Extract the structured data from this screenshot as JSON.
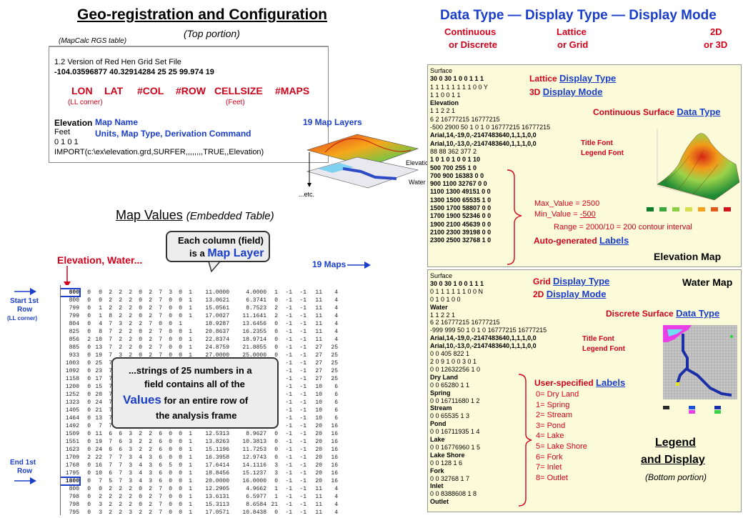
{
  "left_top": {
    "title": "Geo-registration and Configuration",
    "subtitle": "(Top portion)",
    "table_label": "(MapCalc RGS table)",
    "file_line1": "1.2 Version of Red Hen Grid Set File",
    "file_line2": "-104.03596877 40.32914284 25 25 99.974 19",
    "hdr_lon": "LON",
    "hdr_lat": "LAT",
    "hdr_col": "#COL",
    "hdr_row": "#ROW",
    "hdr_cellsize": "CELLSIZE",
    "hdr_maps": "#MAPS",
    "ll_corner": "(LL corner)",
    "feet": "(Feet)",
    "elev": "Elevation",
    "units": "Feet",
    "bits": "0 1 0 1",
    "import": "IMPORT(c:\\ex\\elevation.grd,SURFER,,,,,,,,TRUE,,Elevation)",
    "map_name": "Map Name",
    "units_desc": "Units, Map Type, Derivation Command",
    "layers": "19 Map Layers",
    "elev_label": "Elevation",
    "water_label": "Water",
    "etc": "...etc."
  },
  "left_bottom": {
    "title": "Map Values",
    "title_note": "(Embedded Table)",
    "callout1": "Each column (field)",
    "callout2": "is a",
    "callout_map": "Map Layer",
    "elev_water": "Elevation, Water...",
    "maps19": "19 Maps",
    "start1": "Start 1st",
    "start2": "Row",
    "start3": "(LL corner)",
    "end1": "End 1st",
    "end2": "Row",
    "note1": "...strings of 25 numbers in a",
    "note2": "field contains all of the",
    "note_values": "Values",
    "note3": "for an entire row of",
    "note4": "the analysis frame"
  },
  "table_rows": [
    [
      "800",
      "0",
      "0",
      "2",
      "2",
      "2",
      "0",
      "2",
      "7",
      "3",
      "0",
      "1",
      "11.0000",
      "4.0000",
      "1",
      "-1",
      "-1",
      "11",
      "4"
    ],
    [
      "800",
      "0",
      "0",
      "2",
      "2",
      "2",
      "0",
      "2",
      "7",
      "0",
      "0",
      "1",
      "13.0621",
      "6.3741",
      "0",
      "-1",
      "-1",
      "11",
      "4"
    ],
    [
      "799",
      "0",
      "1",
      "2",
      "2",
      "2",
      "0",
      "2",
      "7",
      "0",
      "0",
      "1",
      "15.0561",
      "8.7523",
      "2",
      "-1",
      "-1",
      "11",
      "4"
    ],
    [
      "799",
      "0",
      "1",
      "8",
      "2",
      "2",
      "0",
      "2",
      "7",
      "0",
      "0",
      "1",
      "17.0027",
      "11.1641",
      "2",
      "-1",
      "-1",
      "11",
      "4"
    ],
    [
      "804",
      "0",
      "4",
      "7",
      "3",
      "2",
      "2",
      "7",
      "0",
      "0",
      "1",
      "",
      "18.9287",
      "13.6456",
      "0",
      "-1",
      "-1",
      "11",
      "4"
    ],
    [
      "825",
      "0",
      "8",
      "7",
      "2",
      "2",
      "0",
      "2",
      "7",
      "0",
      "0",
      "1",
      "20.8637",
      "16.2355",
      "0",
      "-1",
      "-1",
      "11",
      "4"
    ],
    [
      "856",
      "2",
      "10",
      "7",
      "2",
      "2",
      "0",
      "2",
      "7",
      "0",
      "0",
      "1",
      "22.8374",
      "18.9714",
      "0",
      "-1",
      "-1",
      "11",
      "4"
    ],
    [
      "885",
      "0",
      "13",
      "7",
      "2",
      "2",
      "0",
      "2",
      "7",
      "0",
      "0",
      "1",
      "24.8759",
      "21.8855",
      "0",
      "-1",
      "-1",
      "27",
      "25"
    ],
    [
      "933",
      "0",
      "19",
      "7",
      "3",
      "2",
      "0",
      "2",
      "7",
      "0",
      "0",
      "1",
      "27.0000",
      "25.0000",
      "0",
      "-1",
      "-1",
      "27",
      "25"
    ],
    [
      "1003",
      "0",
      "25",
      "7",
      "3",
      "2",
      "0",
      "2",
      "7",
      "0",
      "0",
      "1",
      "24.5523",
      "22.0774",
      "0",
      "-1",
      "-1",
      "27",
      "25"
    ],
    [
      "1092",
      "0",
      "23",
      "7",
      "",
      "",
      "",
      "",
      "",
      "",
      "",
      "",
      "",
      "",
      "0",
      "-1",
      "-1",
      "27",
      "25"
    ],
    [
      "1158",
      "0",
      "17",
      "7",
      "",
      "",
      "",
      "",
      "",
      "",
      "",
      "",
      "",
      "",
      "0",
      "-1",
      "-1",
      "27",
      "25"
    ],
    [
      "1200",
      "0",
      "15",
      "7",
      "",
      "",
      "",
      "",
      "",
      "",
      "",
      "",
      "",
      "",
      "0",
      "-1",
      "-1",
      "10",
      "6"
    ],
    [
      "1252",
      "0",
      "20",
      "7",
      "",
      "",
      "",
      "",
      "",
      "",
      "",
      "",
      "",
      "",
      "0",
      "-1",
      "-1",
      "10",
      "6"
    ],
    [
      "1323",
      "0",
      "24",
      "7",
      "",
      "",
      "",
      "",
      "",
      "",
      "",
      "",
      "",
      "",
      "0",
      "-1",
      "-1",
      "10",
      "6"
    ],
    [
      "1405",
      "0",
      "21",
      "7",
      "",
      "",
      "",
      "",
      "",
      "",
      "",
      "",
      "",
      "",
      "0",
      "-1",
      "-1",
      "10",
      "6"
    ],
    [
      "1464",
      "0",
      "13",
      "7",
      "",
      "",
      "",
      "",
      "",
      "",
      "",
      "",
      "",
      "",
      "0",
      "-1",
      "-1",
      "10",
      "6"
    ],
    [
      "1492",
      "0",
      "7",
      "7",
      "",
      "",
      "",
      "",
      "",
      "",
      "",
      "",
      "",
      "",
      "0",
      "-1",
      "-1",
      "20",
      "16"
    ],
    [
      "1509",
      "0",
      "11",
      "6",
      "6",
      "3",
      "2",
      "2",
      "6",
      "0",
      "0",
      "1",
      "12.5313",
      "8.9627",
      "0",
      "-1",
      "-1",
      "20",
      "16"
    ],
    [
      "1551",
      "0",
      "19",
      "7",
      "6",
      "3",
      "2",
      "2",
      "6",
      "0",
      "0",
      "1",
      "13.8263",
      "10.3813",
      "0",
      "-1",
      "-1",
      "20",
      "16"
    ],
    [
      "1623",
      "0",
      "24",
      "6",
      "6",
      "3",
      "2",
      "2",
      "6",
      "0",
      "0",
      "1",
      "15.1196",
      "11.7253",
      "0",
      "-1",
      "-1",
      "20",
      "16"
    ],
    [
      "1709",
      "2",
      "22",
      "7",
      "7",
      "3",
      "4",
      "3",
      "6",
      "0",
      "0",
      "1",
      "16.3958",
      "12.9743",
      "0",
      "-1",
      "-1",
      "20",
      "16"
    ],
    [
      "1768",
      "0",
      "16",
      "7",
      "7",
      "3",
      "4",
      "3",
      "6",
      "5",
      "0",
      "1",
      "17.6414",
      "14.1116",
      "3",
      "-1",
      "-1",
      "20",
      "16"
    ],
    [
      "1795",
      "0",
      "10",
      "6",
      "7",
      "3",
      "4",
      "3",
      "6",
      "0",
      "0",
      "1",
      "18.8456",
      "15.1237",
      "3",
      "-1",
      "-1",
      "20",
      "16"
    ],
    [
      "1800",
      "0",
      "7",
      "5",
      "7",
      "3",
      "4",
      "3",
      "6",
      "0",
      "0",
      "1",
      "20.0000",
      "16.0000",
      "0",
      "-1",
      "-1",
      "20",
      "16"
    ],
    [
      "800",
      "0",
      "0",
      "2",
      "2",
      "2",
      "0",
      "2",
      "7",
      "0",
      "0",
      "1",
      "12.2905",
      "4.9662",
      "1",
      "-1",
      "-1",
      "11",
      "4"
    ],
    [
      "798",
      "0",
      "2",
      "2",
      "2",
      "2",
      "0",
      "2",
      "7",
      "0",
      "0",
      "1",
      "13.6131",
      "6.5977",
      "1",
      "-1",
      "-1",
      "11",
      "4"
    ],
    [
      "798",
      "0",
      "3",
      "2",
      "2",
      "2",
      "0",
      "2",
      "7",
      "0",
      "0",
      "1",
      "15.3113",
      "8.6584",
      "21",
      "-1",
      "-1",
      "11",
      "4"
    ],
    [
      "795",
      "0",
      "3",
      "2",
      "2",
      "3",
      "2",
      "2",
      "7",
      "0",
      "0",
      "1",
      "17.0571",
      "10.8438",
      "0",
      "-1",
      "-1",
      "11",
      "4"
    ]
  ],
  "right": {
    "title": "Data Type — Display Type — Display Mode",
    "c1a": "Continuous",
    "c1b": "or Discrete",
    "c2a": "Lattice",
    "c2b": "or Grid",
    "c3a": "2D",
    "c3b": "or 3D",
    "p1": {
      "lines": [
        "Surface",
        "30 0 30 1 0 0 1 1 1",
        "1 1 1 1 1 1 1 1 0 0 Y",
        "1 1 0 0 1 1",
        "Elevation",
        "1 1 2 2 1",
        "6 2 16777215 16777215",
        "-500 2900 50 1 0 1 0 16777215 16777215",
        "Arial,14,-19,0,-2147483640,1,1,1,0,0",
        "Arial,10,-13,0,-2147483640,1,1,1,0,0",
        "88 88 362 377 2",
        "1 0 1 0 1 0 0 1 10",
        "500 700 255 1 0",
        "700 900 16383 0 0",
        "900 1100 32767 0 0",
        "1100 1300 49151 0 0",
        "1300 1500 65535 1 0",
        "1500 1700 58807 0 0",
        "1700 1900 52346 0 0",
        "1900 2100 45639 0 0",
        "2100 2300 39198 0 0",
        "2300 2500 32768 1 0"
      ],
      "lattice": "Lattice",
      "display_type": "Display Type",
      "mode3d": "3D",
      "display_mode": "Display Mode",
      "cont_surface": "Continuous Surface",
      "data_type": "Data Type",
      "title_font": "Title Font",
      "legend_font": "Legend Font",
      "max": "Max_Value = 2500",
      "min": "Min_Value = ",
      "min_v": "-500",
      "range": "Range = 2000/10 = 200 contour interval",
      "auto": "Auto-generated",
      "labels": "Labels",
      "map": "Elevation Map"
    },
    "p2": {
      "lines": [
        "Surface",
        "30 0 30 1 0 0 1 1 1",
        "0 1 1 1 1 1 1 0 0 N",
        "0 1 0 1 0 0",
        "Water",
        "1 1 2 2 1",
        "6 2 16777215 16777215",
        "-999 999 50 1 0 1 0 16777215 16777215",
        "Arial,14,-19,0,-2147483640,1,1,1,0,0",
        "Arial,10,-13,0,-2147483640,1,1,1,0,0",
        "0 0 405 822 1",
        "2 0 9 1 0 0 3 0 1",
        "0 0 12632256 1 0",
        "Dry Land",
        "0 0 65280 1 1",
        "Spring",
        "0 0 16711680 1 2",
        "Stream",
        "0 0 65535 1 3",
        "Pond",
        "0 0 16711935 1 4",
        "Lake",
        "0 0 16776960 1 5",
        "Lake Shore",
        "0 0 128 1 6",
        "Fork",
        "0 0 32768 1 7",
        "Inlet",
        "0 0 8388608 1 8",
        "Outlet"
      ],
      "grid": "Grid",
      "display_type": "Display Type",
      "mode2d": "2D",
      "display_mode": "Display Mode",
      "disc_surface": "Discrete Surface",
      "data_type": "Data Type",
      "water_map": "Water Map",
      "title_font": "Title Font",
      "legend_font": "Legend Font",
      "user": "User-specified",
      "labels": "Labels",
      "legend_items": [
        "0= Dry Land",
        "1= Spring",
        "2= Stream",
        "3= Pond",
        "4= Lake",
        "5= Lake Shore",
        "6= Fork",
        "7= Inlet",
        "8= Outlet"
      ],
      "legend": "Legend",
      "and_display": "and Display",
      "bottom": "(Bottom portion)"
    }
  }
}
